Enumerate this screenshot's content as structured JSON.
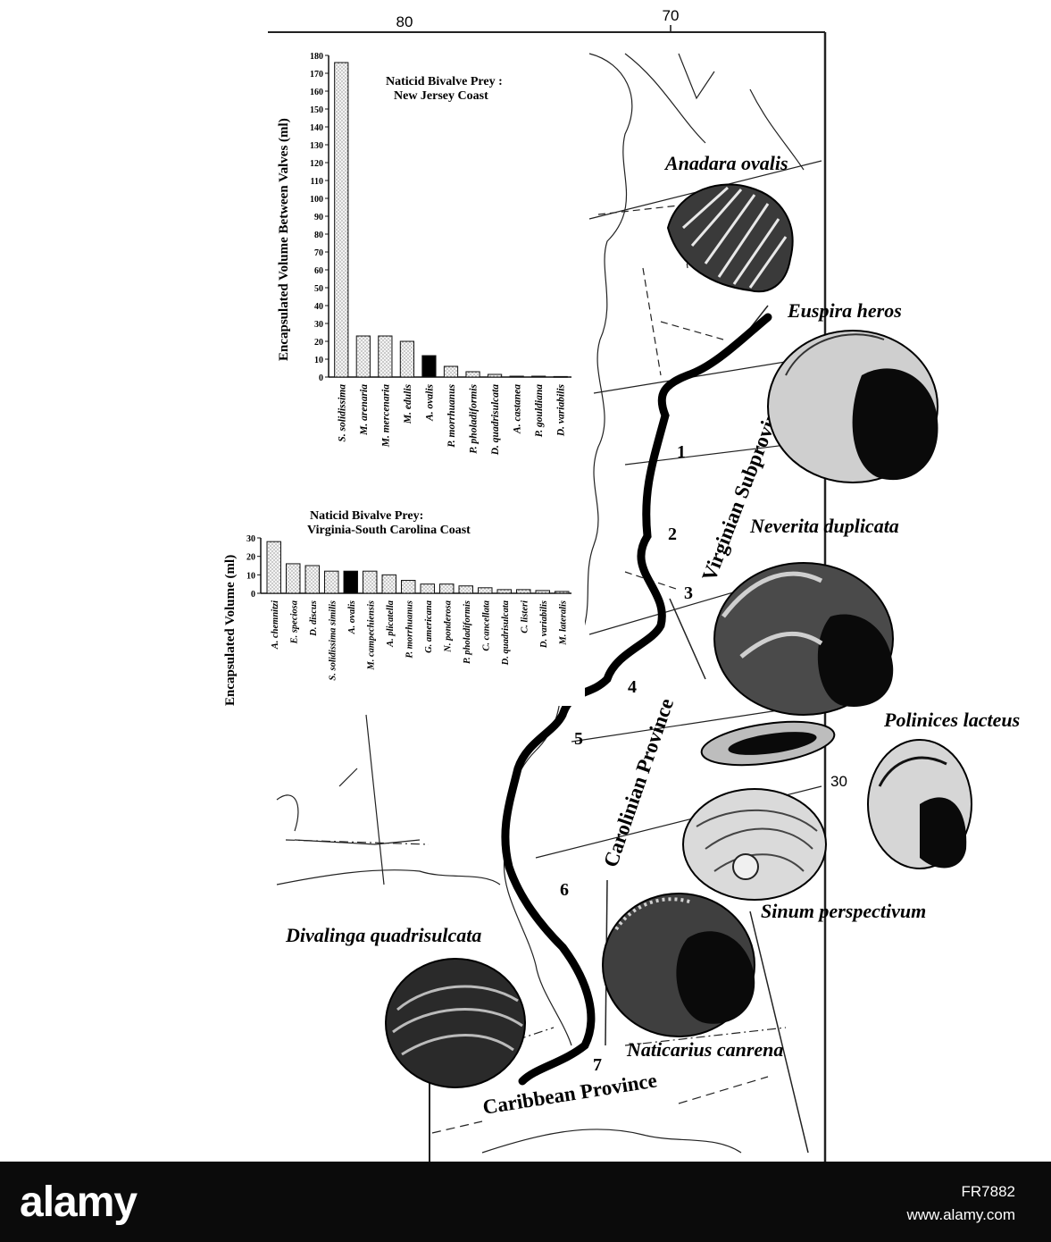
{
  "figure": {
    "longitude_labels": [
      "80",
      "70"
    ],
    "latitude_label": "30",
    "region_numbers": [
      "1",
      "2",
      "3",
      "4",
      "5",
      "6",
      "7"
    ],
    "provinces": {
      "virginian": "Virginian Subprovince",
      "carolinian": "Carolinian Province",
      "caribbean": "Caribbean Province"
    },
    "species": {
      "anadara": "Anadara ovalis",
      "euspira": "Euspira heros",
      "neverita": "Neverita duplicata",
      "polinices": "Polinices lacteus",
      "sinum": "Sinum perspectivum",
      "naticarius": "Naticarius canrena",
      "divalinga": "Divalinga quadrisulcata"
    }
  },
  "chart_data": [
    {
      "type": "bar",
      "title": "Naticid Bivalve Prey :",
      "subtitle": "New Jersey Coast",
      "ylabel": "Encapsulated Volume Between Valves (ml)",
      "xlabel": "",
      "ylim": [
        0,
        180
      ],
      "yticks": [
        "0",
        "10",
        "20",
        "30",
        "40",
        "50",
        "60",
        "70",
        "80",
        "90",
        "100",
        "110",
        "120",
        "130",
        "140",
        "150",
        "160",
        "170",
        "180"
      ],
      "categories": [
        "S. solidissima",
        "M. arenaria",
        "M. mercenaria",
        "M. edulis",
        "A. ovalis",
        "P. morrhuanus",
        "P. pholadiformis",
        "D. quadrisulcata",
        "A. castanea",
        "P. gouldiana",
        "D. variabilis"
      ],
      "values": [
        176,
        23,
        23,
        20,
        12,
        6,
        3,
        1.5,
        0.5,
        0.5,
        0.3
      ],
      "highlight": "A. ovalis",
      "colors": {
        "bar": "#ececec",
        "highlight": "#000000",
        "stroke": "#111111"
      }
    },
    {
      "type": "bar",
      "title": "Naticid Bivalve Prey:",
      "subtitle": "Virginia-South Carolina Coast",
      "ylabel": "Encapsulated Volume (ml)",
      "xlabel": "",
      "ylim": [
        0,
        30
      ],
      "yticks": [
        "0",
        "10",
        "20",
        "30"
      ],
      "categories": [
        "A. chemnitzi",
        "E. speciosa",
        "D. discus",
        "S. solidissima similis",
        "A. ovalis",
        "M. campechiensis",
        "A. plicatella",
        "P. morrhuanus",
        "G. americana",
        "N. ponderosa",
        "P. pholadiformis",
        "C. cancellata",
        "D. quadrisulcata",
        "C. listeri",
        "D. variabilis",
        "M. lateralis"
      ],
      "values": [
        28,
        16,
        15,
        12,
        12,
        12,
        10,
        7,
        5,
        5,
        4,
        3,
        2,
        2,
        1.5,
        1
      ],
      "highlight": "A. ovalis",
      "colors": {
        "bar": "#ececec",
        "highlight": "#000000",
        "stroke": "#111111"
      }
    }
  ],
  "footer": {
    "brand": "alamy",
    "code": "FR7882",
    "watermark": "www.alamy.com"
  }
}
